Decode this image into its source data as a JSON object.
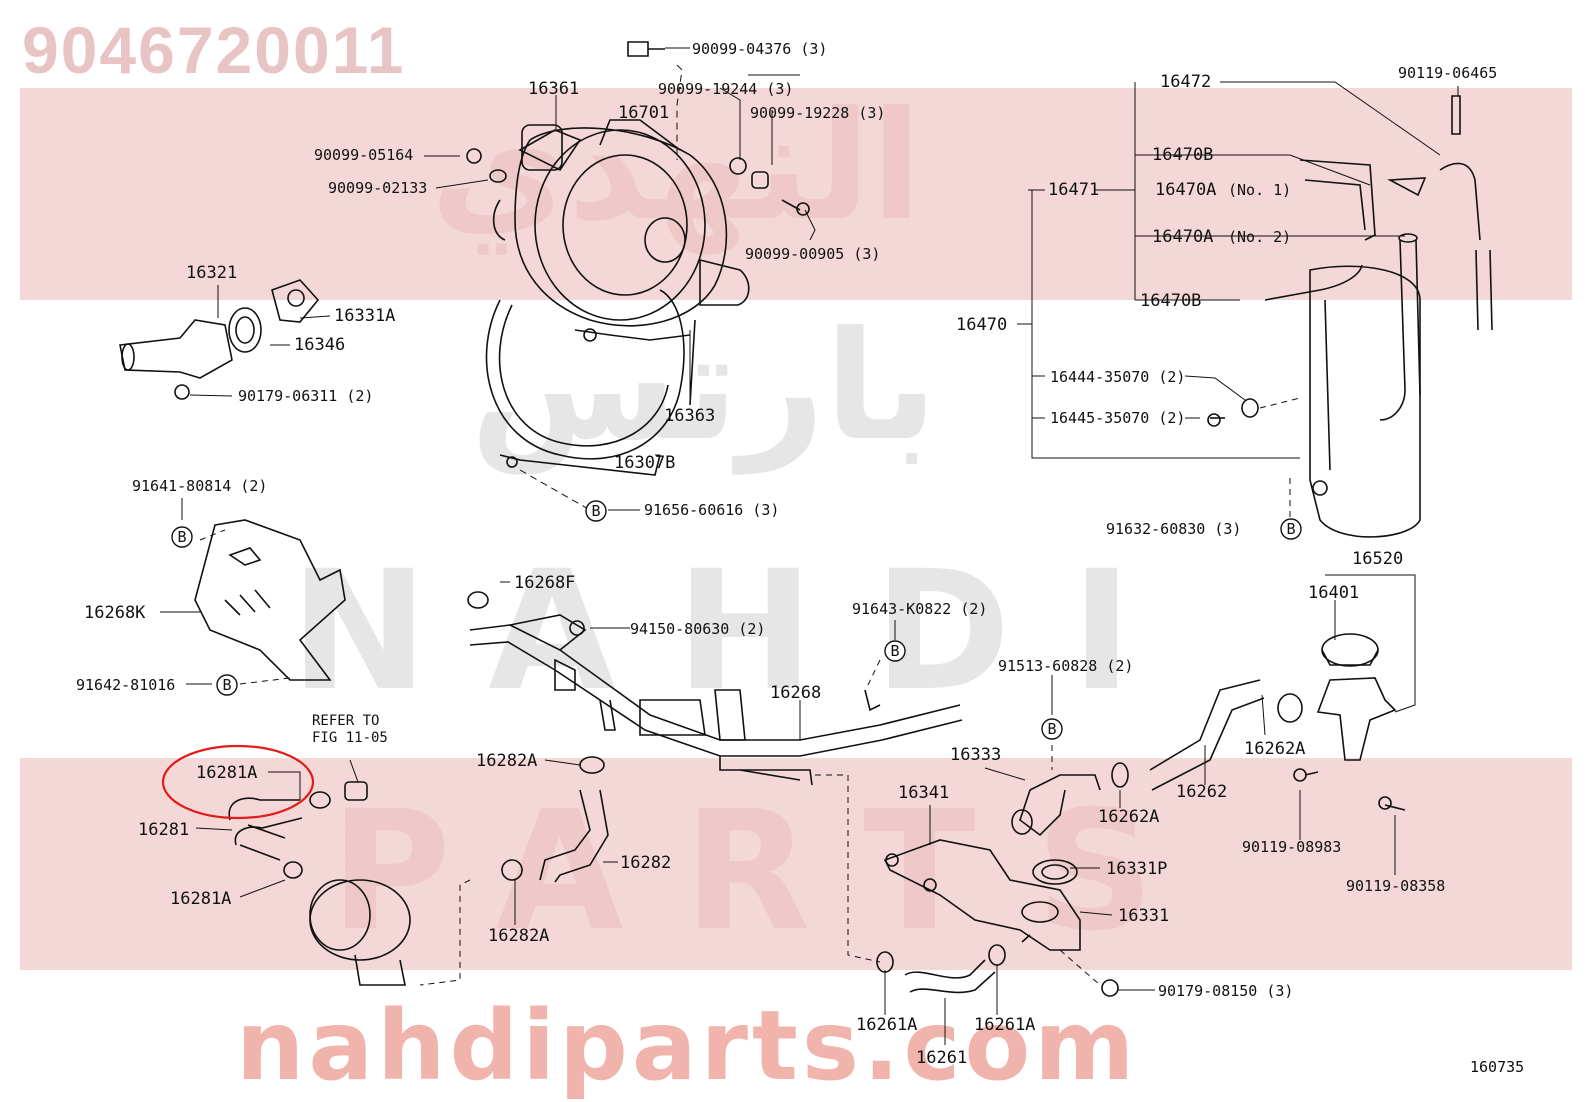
{
  "watermark": {
    "part_number": "9046720011",
    "brand_arabic_1": "النهدي",
    "brand_arabic_2": "بارتس",
    "brand_latin_1": "NAHDI",
    "brand_latin_2": "PARTS",
    "site": "nahdiparts.com"
  },
  "figure_id": "160735",
  "refer_note": {
    "line1": "REFER TO",
    "line2": "FIG 11-05"
  },
  "highlight_color": "#e21b1b",
  "labels": {
    "l90099_04376": "90099-04376 (3)",
    "l90099_19244": "90099-19244 (3)",
    "l16361": "16361",
    "l16701": "16701",
    "l90099_19228": "90099-19228 (3)",
    "l90099_05164": "90099-05164",
    "l90099_02133": "90099-02133",
    "l90099_00905": "90099-00905 (3)",
    "l16321": "16321",
    "l16331A": "16331A",
    "l16346": "16346",
    "l90179_06311": "90179-06311 (2)",
    "l16363": "16363",
    "l16307B": "16307B",
    "l91656_60616": "91656-60616 (3)",
    "l16472": "16472",
    "l90119_06465": "90119-06465",
    "l16470B_1": "16470B",
    "l16471": "16471",
    "l16470A_1": "16470A",
    "l16470A_1_note": "(No. 1)",
    "l16470A_2": "16470A",
    "l16470A_2_note": "(No. 2)",
    "l16470B_2": "16470B",
    "l16470": "16470",
    "l16444": "16444-35070 (2)",
    "l16445": "16445-35070 (2)",
    "l91632": "91632-60830 (3)",
    "l91641": "91641-80814 (2)",
    "l16268K": "16268K",
    "l91642": "91642-81016",
    "l16268F": "16268F",
    "l94150": "94150-80630 (2)",
    "l91643": "91643-K0822 (2)",
    "l16268": "16268",
    "l91513": "91513-60828 (2)",
    "l16520": "16520",
    "l16401": "16401",
    "l16281A_1": "16281A",
    "l16281": "16281",
    "l16281A_2": "16281A",
    "l16282A_1": "16282A",
    "l16282": "16282",
    "l16282A_2": "16282A",
    "l16333": "16333",
    "l16262A_1": "16262A",
    "l16262": "16262",
    "l16262A_2": "16262A",
    "l90119_08983": "90119-08983",
    "l90119_08358": "90119-08358",
    "l16341": "16341",
    "l16331P": "16331P",
    "l16331": "16331",
    "l90179_08150": "90179-08150 (3)",
    "l16261A_1": "16261A",
    "l16261A_2": "16261A",
    "l16261": "16261",
    "callout_b": "B"
  }
}
